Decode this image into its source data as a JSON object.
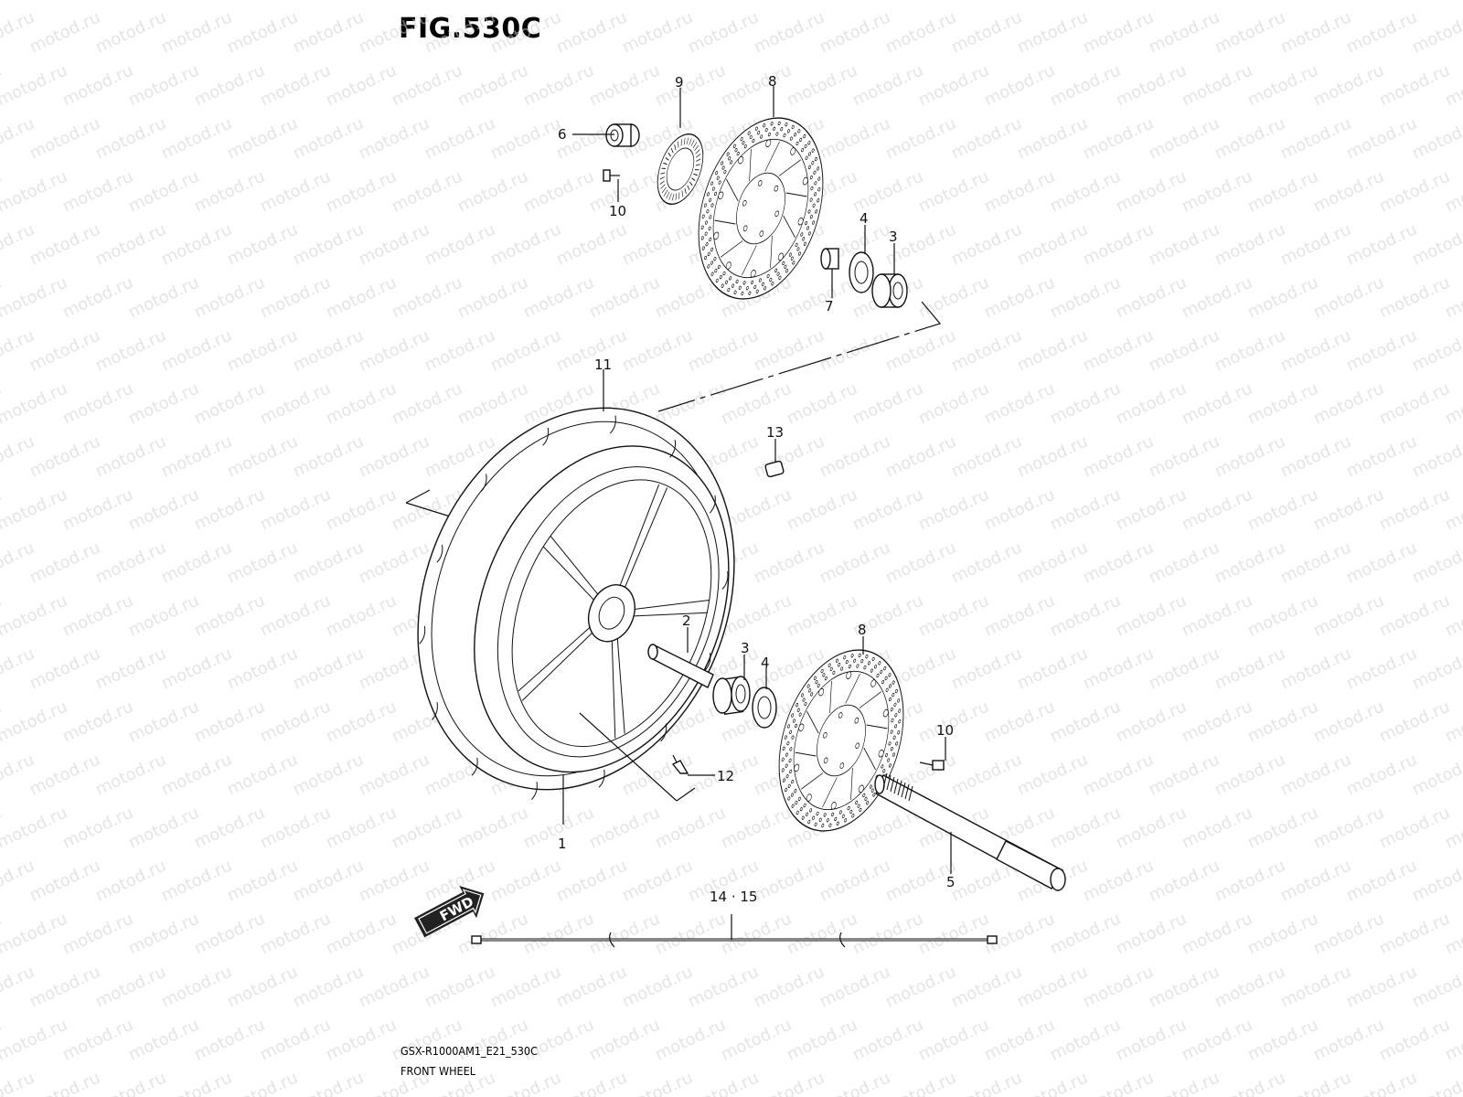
{
  "figure": {
    "title": "FIG.530C",
    "model_code": "GSX-R1000AM1_E21_530C",
    "section_name": "FRONT WHEEL"
  },
  "watermark": "motod.ru",
  "callouts": {
    "c1": "1",
    "c2": "2",
    "c3a": "3",
    "c3b": "3",
    "c4a": "4",
    "c4b": "4",
    "c5": "5",
    "c6": "6",
    "c7": "7",
    "c8a": "8",
    "c8b": "8",
    "c9": "9",
    "c10a": "10",
    "c10b": "10",
    "c11": "11",
    "c12": "12",
    "c13": "13",
    "c1415": "14 · 15"
  },
  "fwd_arrow": {
    "label": "FWD",
    "icon": "fwd-arrow-icon"
  }
}
